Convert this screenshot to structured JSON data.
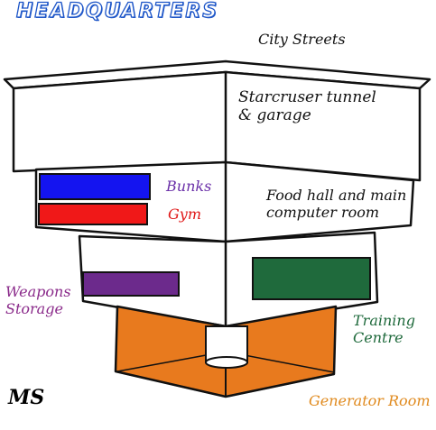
{
  "title": "HEADQUARTERS",
  "labels": {
    "city_streets": "City Streets",
    "tunnel_line1": "Starcruser tunnel",
    "tunnel_line2": "& garage",
    "food_line1": "Food hall and main",
    "food_line2": "computer room",
    "bunks": "Bunks",
    "gym": "Gym",
    "weapons_line1": "Weapons",
    "weapons_line2": "Storage",
    "training_line1": "Training",
    "training_line2": "Centre",
    "generator": "Generator Room",
    "signature": "MS"
  },
  "colors": {
    "title": "#1e56c8",
    "bunks": "#1414f0",
    "gym": "#f01818",
    "weapons": "#6c2a8c",
    "training": "#1f6a3c",
    "generator": "#e87a1e",
    "outline": "#111111"
  }
}
